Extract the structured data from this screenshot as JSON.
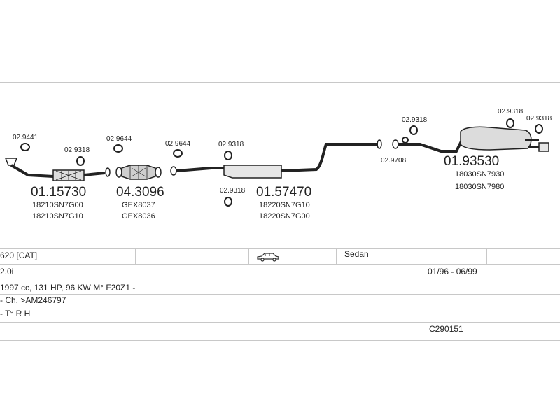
{
  "diagram": {
    "hanger_labels": [
      "02.9441",
      "02.9318",
      "02.9644",
      "02.9644",
      "02.9318",
      "02.9318",
      "02.9318",
      "02.9708",
      "02.9318",
      "02.9318"
    ],
    "parts": [
      {
        "number": "01.15730",
        "oem": [
          "18210SN7G00",
          "18210SN7G10"
        ]
      },
      {
        "number": "04.3096",
        "oem": [
          "GEX8037",
          "GEX8036"
        ]
      },
      {
        "number": "01.57470",
        "oem": [
          "18220SN7G10",
          "18220SN7G00"
        ]
      },
      {
        "number": "01.93530",
        "oem": [
          "18030SN7930",
          "18030SN7980"
        ]
      }
    ]
  },
  "table": {
    "row1": {
      "model": "620  [CAT]",
      "car_icon": "car-sedan-icon",
      "body": "Sedan"
    },
    "row2": {
      "engine": "2.0i",
      "years": "01/96 - 06/99"
    },
    "row3": {
      "spec": "1997 cc, 131 HP, 96 KW M° F20Z1 -"
    },
    "row4": {
      "chassis": "- Ch. >AM246797"
    },
    "row5": {
      "type": "- T° R H"
    },
    "row6": {
      "code": "C290151"
    }
  }
}
